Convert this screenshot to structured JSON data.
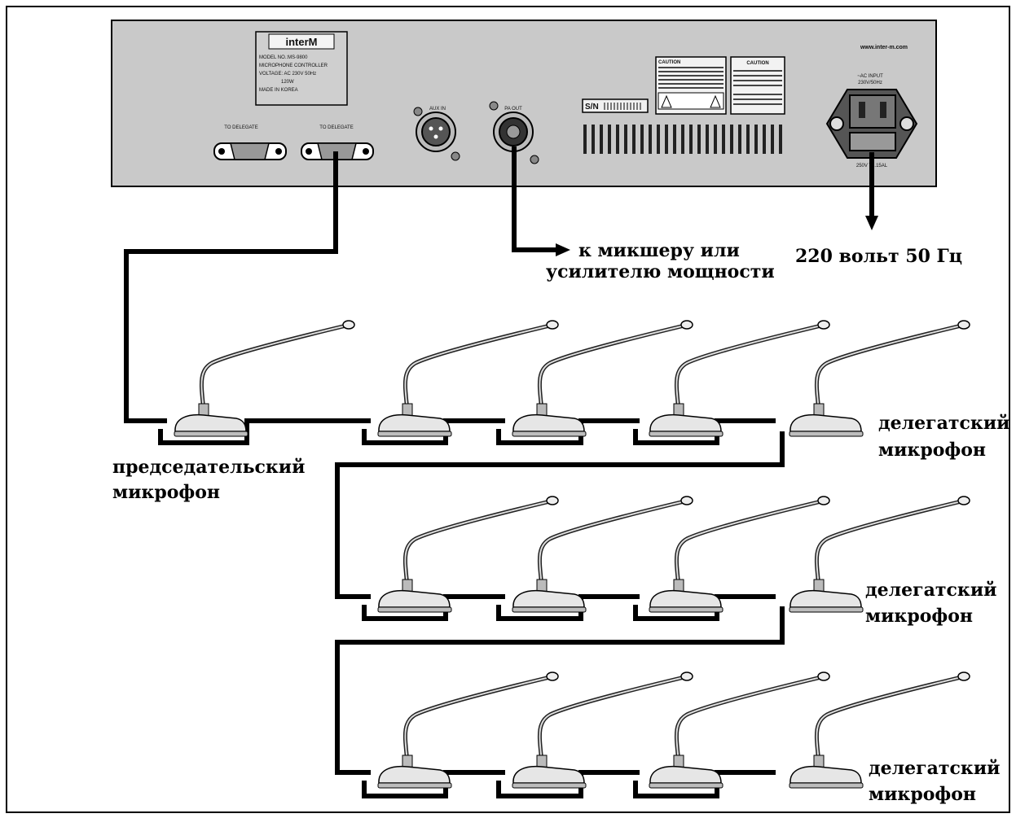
{
  "panel": {
    "brand": "interM",
    "info_lines": [
      "MODEL NO.:MS-9800",
      "MICROPHONE CONTROLLER",
      "VOLTAGE: AC 230V 50Hz",
      "120W",
      "MADE IN KOREA"
    ],
    "to_delegate_1": "TO DELEGATE",
    "to_delegate_2": "TO DELEGATE",
    "aux_in": "AUX IN",
    "pa_out": "PA OUT",
    "sn": "S/N",
    "caution_title_1": "CAUTION",
    "caution_title_2": "CAUTION",
    "website": "www.inter-m.com",
    "ac_input": "~AC INPUT",
    "ac_input_spec": "230V/50Hz",
    "fuse": "250V T1.15AL"
  },
  "labels": {
    "mixer_line1": "к микшеру или",
    "mixer_line2": "усилителю мощности",
    "power": "220 вольт 50 Гц",
    "chairman_line1": "председательский",
    "chairman_line2": "микрофон",
    "delegate_line1": "делегатский",
    "delegate_line2": "микрофон"
  },
  "colors": {
    "panel": "#c9c9c9",
    "cable": "#000000",
    "mic_base": "#e6e6e6"
  }
}
